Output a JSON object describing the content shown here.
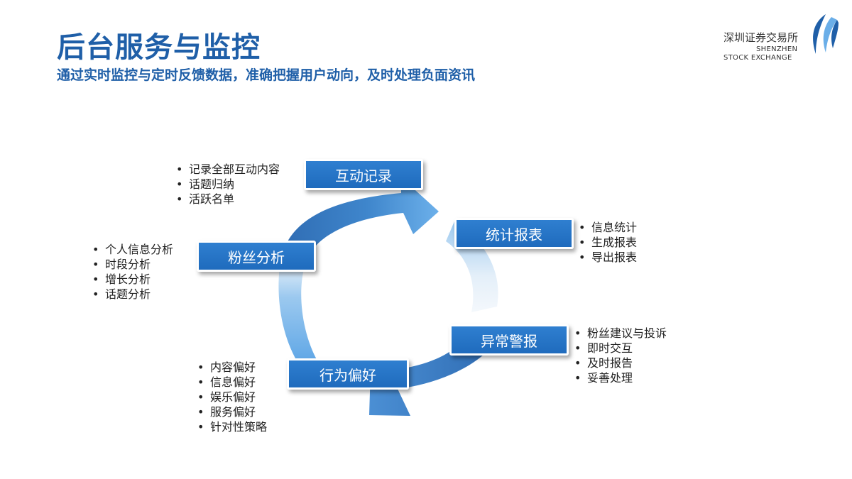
{
  "header": {
    "title": "后台服务与监控",
    "subtitle": "通过实时监控与定时反馈数据，准确把握用户动向，及时处理负面资讯"
  },
  "logo": {
    "cn": "深圳证券交易所",
    "en_line1": "SHENZHEN",
    "en_line2": "STOCK EXCHANGE"
  },
  "colors": {
    "accent": "#1f5fa8",
    "node_fill": "#2a76c6",
    "arrow_light": "#5ea6e6",
    "arrow_dark": "#2f6cb3"
  },
  "nodes": [
    {
      "label": "互动记录",
      "bullets": [
        "记录全部互动内容",
        "话题归纳",
        "活跃名单"
      ]
    },
    {
      "label": "统计报表",
      "bullets": [
        "信息统计",
        "生成报表",
        "导出报表"
      ]
    },
    {
      "label": "异常警报",
      "bullets": [
        "粉丝建议与投诉",
        "即时交互",
        "及时报告",
        "妥善处理"
      ]
    },
    {
      "label": "行为偏好",
      "bullets": [
        "内容偏好",
        "信息偏好",
        "娱乐偏好",
        "服务偏好",
        "针对性策略"
      ]
    },
    {
      "label": "粉丝分析",
      "bullets": [
        "个人信息分析",
        "时段分析",
        "增长分析",
        "话题分析"
      ]
    }
  ]
}
